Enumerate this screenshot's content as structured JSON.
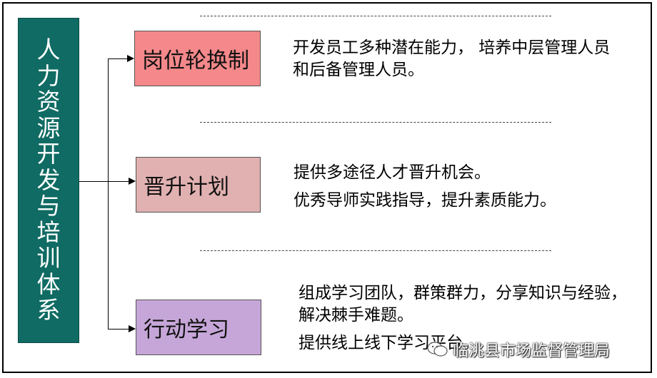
{
  "sidebar_title": "人力资源开发与培训体系",
  "items": [
    {
      "label": "岗位轮换制",
      "lines": [
        "开发员工多种潜在能力， 培养中层管理人员",
        "和后备管理人员。"
      ]
    },
    {
      "label": "晋升计划",
      "lines": [
        "提供多途径人才晋升机会。",
        "优秀导师实践指导，提升素质能力。"
      ]
    },
    {
      "label": "行动学习",
      "lines": [
        "组成学习团队，群策群力，分享知识与经验，",
        "解决棘手难题。",
        "提供线上线下学习平台。"
      ]
    }
  ],
  "watermark": "临洮县市场监督管理局",
  "colors": {
    "sidebar": "#0f6b63",
    "box1": "#f4888a",
    "box2": "#e1b0b0",
    "box3": "#c6a6d8"
  }
}
